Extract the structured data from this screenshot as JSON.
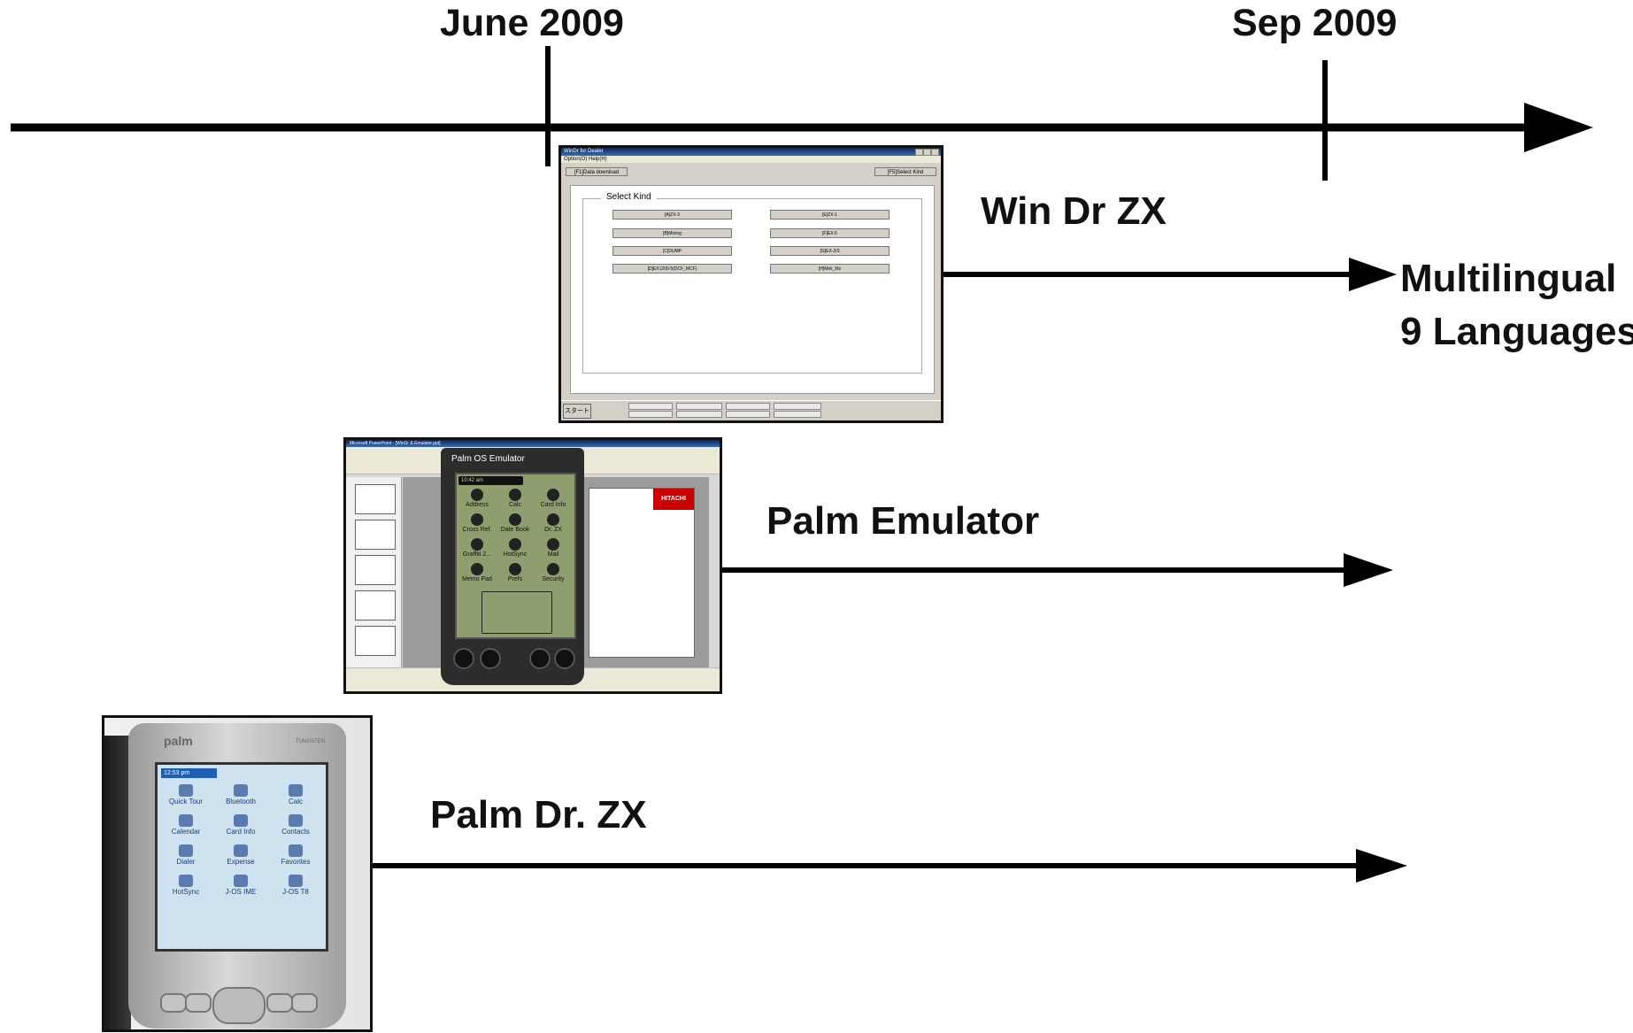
{
  "timeline": {
    "dates": [
      {
        "label": "June 2009"
      },
      {
        "label": "Sep 2009"
      }
    ]
  },
  "tracks": [
    {
      "name": "Win Dr ZX",
      "note_line1": "Multilingual",
      "note_line2": "9 Languages"
    },
    {
      "name": "Palm Emulator"
    },
    {
      "name": "Palm Dr. ZX"
    }
  ],
  "win_dr": {
    "title": "WinDr for Dealer",
    "menu": "Option(O)  Help(H)",
    "data_download": "[F1]Data download",
    "select_kind_btn": "[F5]Select Kind",
    "group_title": "Select Kind",
    "kinds": [
      "[A]ZX-3",
      "[E]ZX-1",
      "[B]Mining",
      "[F]EX-5",
      "[C]DUMP",
      "[G]EX-2/3",
      "[D]EX1200-5(DCF_MCF)",
      "[H]Mini_Ms"
    ],
    "start": "スタート"
  },
  "palm_emulator": {
    "ppt_title": "Microsoft PowerPoint - [WinDr & Emulator.ppt]",
    "title": "Palm OS Emulator",
    "time": "10:42 am",
    "apps": [
      "Address",
      "Calc",
      "Card Info",
      "Cross Ref.",
      "Date Book",
      "Dr. ZX",
      "Graffiti 2...",
      "HotSync",
      "Mail",
      "Memo Pad",
      "Prefs",
      "Security"
    ],
    "brand": "HITACHI"
  },
  "palm_device": {
    "brand": "palm",
    "model": "TUNGSTEN",
    "time": "12:53 pm",
    "apps": [
      "Quick Tour",
      "Bluetooth",
      "Calc",
      "Calendar",
      "Card Info",
      "Contacts",
      "Dialer",
      "Expense",
      "Favorites",
      "HotSync",
      "J-OS IME",
      "J-OS T8"
    ]
  }
}
